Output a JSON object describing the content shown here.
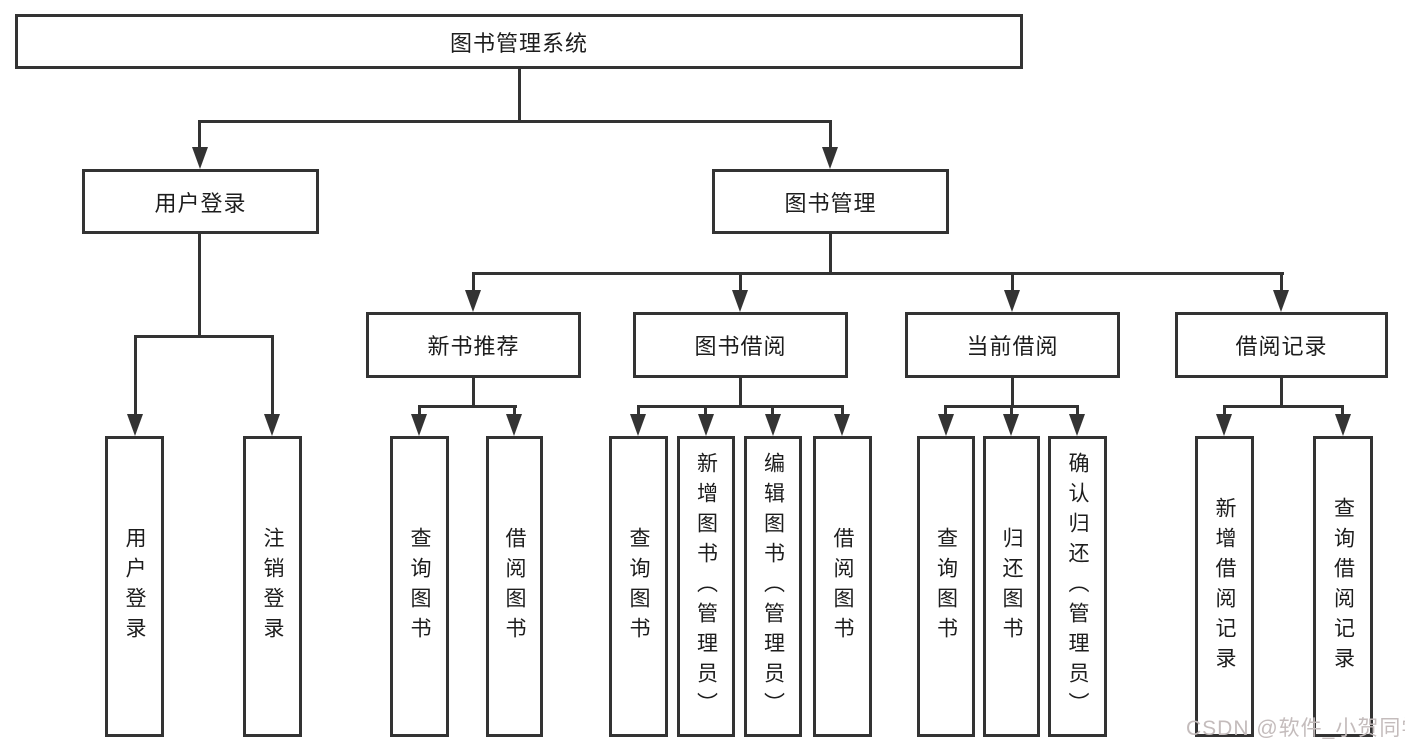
{
  "diagram_title": "图书管理系统",
  "tree": {
    "label": "图书管理系统",
    "children": [
      {
        "label": "用户登录",
        "children": [
          {
            "label": "用户登录"
          },
          {
            "label": "注销登录"
          }
        ]
      },
      {
        "label": "图书管理",
        "children": [
          {
            "label": "新书推荐",
            "children": [
              {
                "label": "查询图书"
              },
              {
                "label": "借阅图书"
              }
            ]
          },
          {
            "label": "图书借阅",
            "children": [
              {
                "label": "查询图书"
              },
              {
                "label": "新增图书（管理员）"
              },
              {
                "label": "编辑图书（管理员）"
              },
              {
                "label": "借阅图书"
              }
            ]
          },
          {
            "label": "当前借阅",
            "children": [
              {
                "label": "查询图书"
              },
              {
                "label": "归还图书"
              },
              {
                "label": "确认归还（管理员）"
              }
            ]
          },
          {
            "label": "借阅记录",
            "children": [
              {
                "label": "新增借阅记录"
              },
              {
                "label": "查询借阅记录"
              }
            ]
          }
        ]
      }
    ]
  },
  "watermark": "CSDN @软件_小贺同学",
  "colors": {
    "line": "#333333",
    "text": "#1d1d1d",
    "box_fill": "#ffffff",
    "watermark": "#c4bcbc",
    "background": "#ffffff"
  }
}
